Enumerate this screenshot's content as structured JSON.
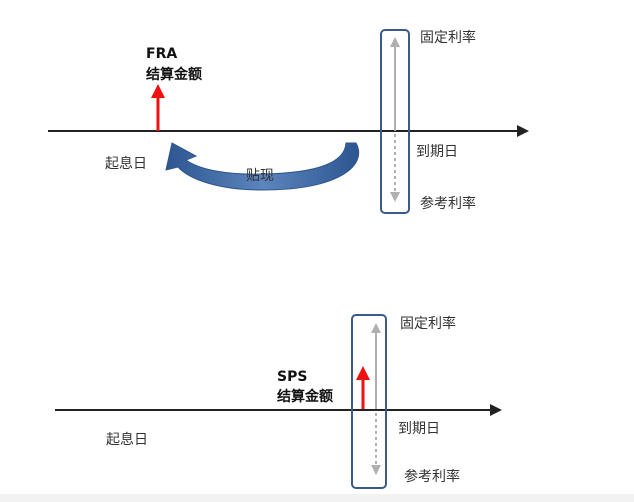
{
  "fra_panel": {
    "title_line1": "FRA",
    "title_line2": "结算金额",
    "start_label": "起息日",
    "discount_label": "贴现",
    "fixed_rate_label": "固定利率",
    "maturity_label": "到期日",
    "reference_rate_label": "参考利率"
  },
  "sps_panel": {
    "title_line1": "SPS",
    "title_line2": "结算金额",
    "start_label": "起息日",
    "fixed_rate_label": "固定利率",
    "maturity_label": "到期日",
    "reference_rate_label": "参考利率"
  },
  "colors": {
    "axis": "#222222",
    "settlement_arrow": "#ee1111",
    "box_border": "#3a5a8c",
    "curve_fill": "#4a72a8",
    "rate_arrow": "#b0b0b0"
  }
}
